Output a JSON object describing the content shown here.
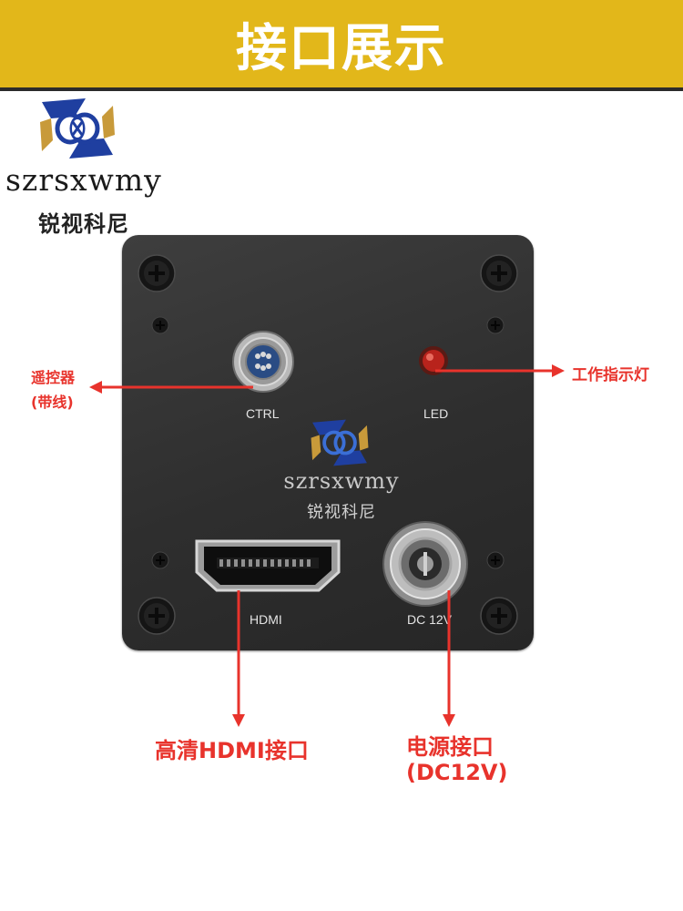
{
  "header": {
    "title": "接口展示",
    "background": "#e2b71a"
  },
  "brand": {
    "latin": "szrsxwmy",
    "chinese": "锐视科尼",
    "logo_name": "szrsxwmy-logo"
  },
  "camera": {
    "ports": {
      "ctrl": "CTRL",
      "led": "LED",
      "hdmi": "HDMI",
      "dc": "DC 12V"
    }
  },
  "callouts": {
    "remote_line1": "遥控器",
    "remote_line2": "(带线)",
    "indicator": "工作指示灯",
    "hdmi": "高清HDMI接口",
    "power_line1": "电源接口",
    "power_line2": "(DC12V)"
  },
  "colors": {
    "callout": "#e8332c",
    "camera_body": "#2e2e2e",
    "logo_blue": "#1f3fa0",
    "logo_gold": "#c89a3a"
  }
}
